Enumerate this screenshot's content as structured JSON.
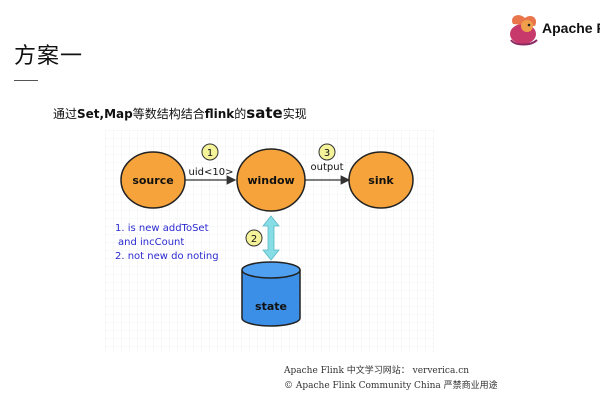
{
  "header": {
    "logo_text": "Apache F"
  },
  "page": {
    "title": "方案一",
    "subtitle_prefix": "通过",
    "subtitle_bold1": "Set,Map",
    "subtitle_mid": "等数结构结合",
    "subtitle_bold2": "flink",
    "subtitle_de": "的",
    "subtitle_sate": "sate",
    "subtitle_suffix": "实现"
  },
  "diagram": {
    "nodes": {
      "source": "source",
      "window": "window",
      "sink": "sink",
      "state": "state"
    },
    "steps": {
      "s1": "1",
      "s2": "2",
      "s3": "3"
    },
    "edge_labels": {
      "uid": "uid<10>",
      "output": "output"
    },
    "notes": {
      "line1": "1. is new addToSet",
      "line2": "and incCount",
      "line3": "2. not new do noting"
    },
    "colors": {
      "node_fill": "#f5a33a",
      "state_fill": "#3c8fe6",
      "arrow_teal": "#86dde6",
      "step_badge": "#f4f39a",
      "note_text": "#2a2ad0"
    }
  },
  "footer": {
    "line1": "Apache Flink 中文学习网站： ververica.cn",
    "line2": "© Apache Flink Community China  严禁商业用途"
  }
}
